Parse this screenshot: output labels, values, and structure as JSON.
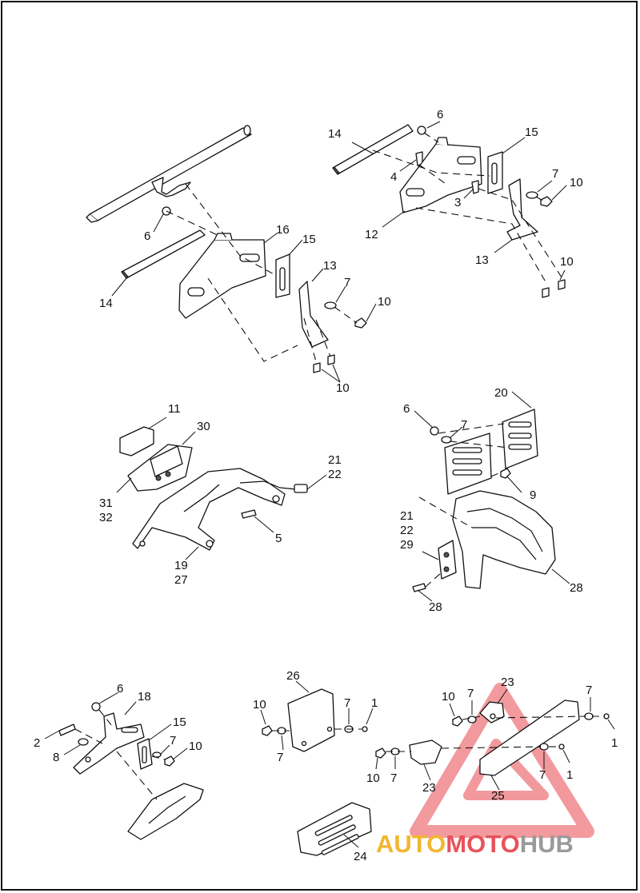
{
  "callouts": {
    "a14": "14",
    "a6": "6",
    "a16": "16",
    "a15": "15",
    "a13": "13",
    "a7": "7",
    "a10a": "10",
    "a10b": "10",
    "b6": "6",
    "b14": "14",
    "b15": "15",
    "b4": "4",
    "b7": "7",
    "b10": "10",
    "b3": "3",
    "b12": "12",
    "b13": "13",
    "b10b": "10",
    "c11": "11",
    "c30": "30",
    "c21": "21",
    "c22": "22",
    "c31": "31",
    "c32": "32",
    "c5": "5",
    "c19": "19",
    "c27": "27",
    "d6": "6",
    "d7": "7",
    "d20": "20",
    "d9": "9",
    "d21": "21",
    "d22": "22",
    "d29": "29",
    "d28": "28",
    "d28b": "28",
    "e6": "6",
    "e18": "18",
    "e2": "2",
    "e15": "15",
    "e8": "8",
    "e7": "7",
    "e10": "10",
    "f26": "26",
    "f10": "10",
    "f7": "7",
    "f1": "1",
    "f7b": "7",
    "g10": "10",
    "g7": "7",
    "g23": "23",
    "g7b": "7",
    "g1": "1",
    "g1b": "1",
    "g10b": "10",
    "g7c": "7",
    "g23b": "23",
    "g25": "25",
    "g7d": "7",
    "g24": "24"
  },
  "watermark": {
    "part1": "AUTO",
    "part2": "MOTO",
    "part3": "HUB",
    "color1": "#f2b630",
    "color2": "#e8525a",
    "color3": "#9a9a9a",
    "logo_color": "#e8474f"
  }
}
